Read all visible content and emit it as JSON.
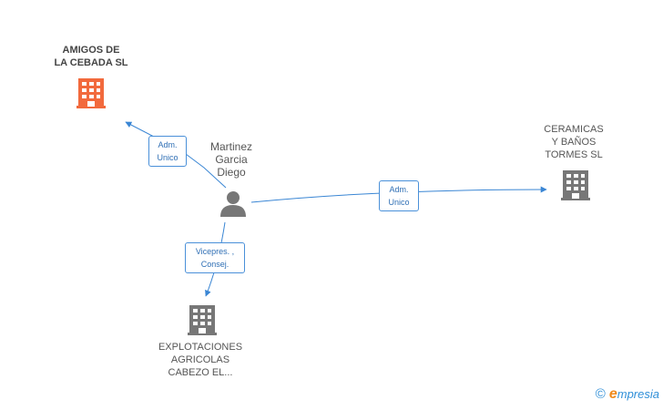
{
  "colors": {
    "main_company": "#f26a3d",
    "company": "#777777",
    "person": "#777777",
    "edge": "#3a86d4"
  },
  "nodes": {
    "amigos": {
      "lines": [
        "AMIGOS DE",
        "LA CEBADA SL"
      ],
      "icon": "building-icon"
    },
    "ceramicas": {
      "lines": [
        "CERAMICAS",
        "Y BAÑOS",
        "TORMES SL"
      ],
      "icon": "building-icon"
    },
    "explotaciones": {
      "lines": [
        "EXPLOTACIONES",
        "AGRICOLAS",
        "CABEZO EL..."
      ],
      "icon": "building-icon"
    },
    "person": {
      "lines": [
        "Martinez",
        "Garcia",
        "Diego"
      ],
      "icon": "person-icon"
    }
  },
  "edges": {
    "to_amigos": {
      "lines": [
        "Adm.",
        "Unico"
      ]
    },
    "to_ceramicas": {
      "lines": [
        "Adm.",
        "Unico"
      ]
    },
    "to_explotaciones": {
      "lines": [
        "Vicepres. ,",
        "Consej."
      ]
    }
  },
  "brand": {
    "copyright": "©",
    "initial": "e",
    "rest": "mpresia"
  }
}
